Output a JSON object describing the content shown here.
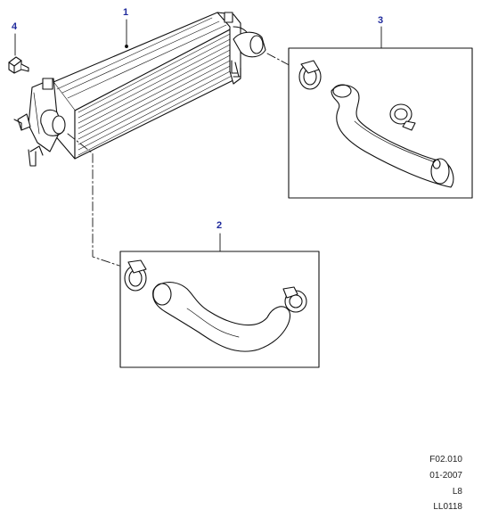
{
  "callouts": {
    "intercooler": "1",
    "outlet_hose_kit": "2",
    "inlet_hose_kit": "3",
    "bolt": "4"
  },
  "meta": {
    "figure_ref": "F02.010",
    "date": "01-2007",
    "model": "L8",
    "plate": "LL0118"
  },
  "colors": {
    "callout": "#1f2a9c",
    "line": "#111111"
  }
}
